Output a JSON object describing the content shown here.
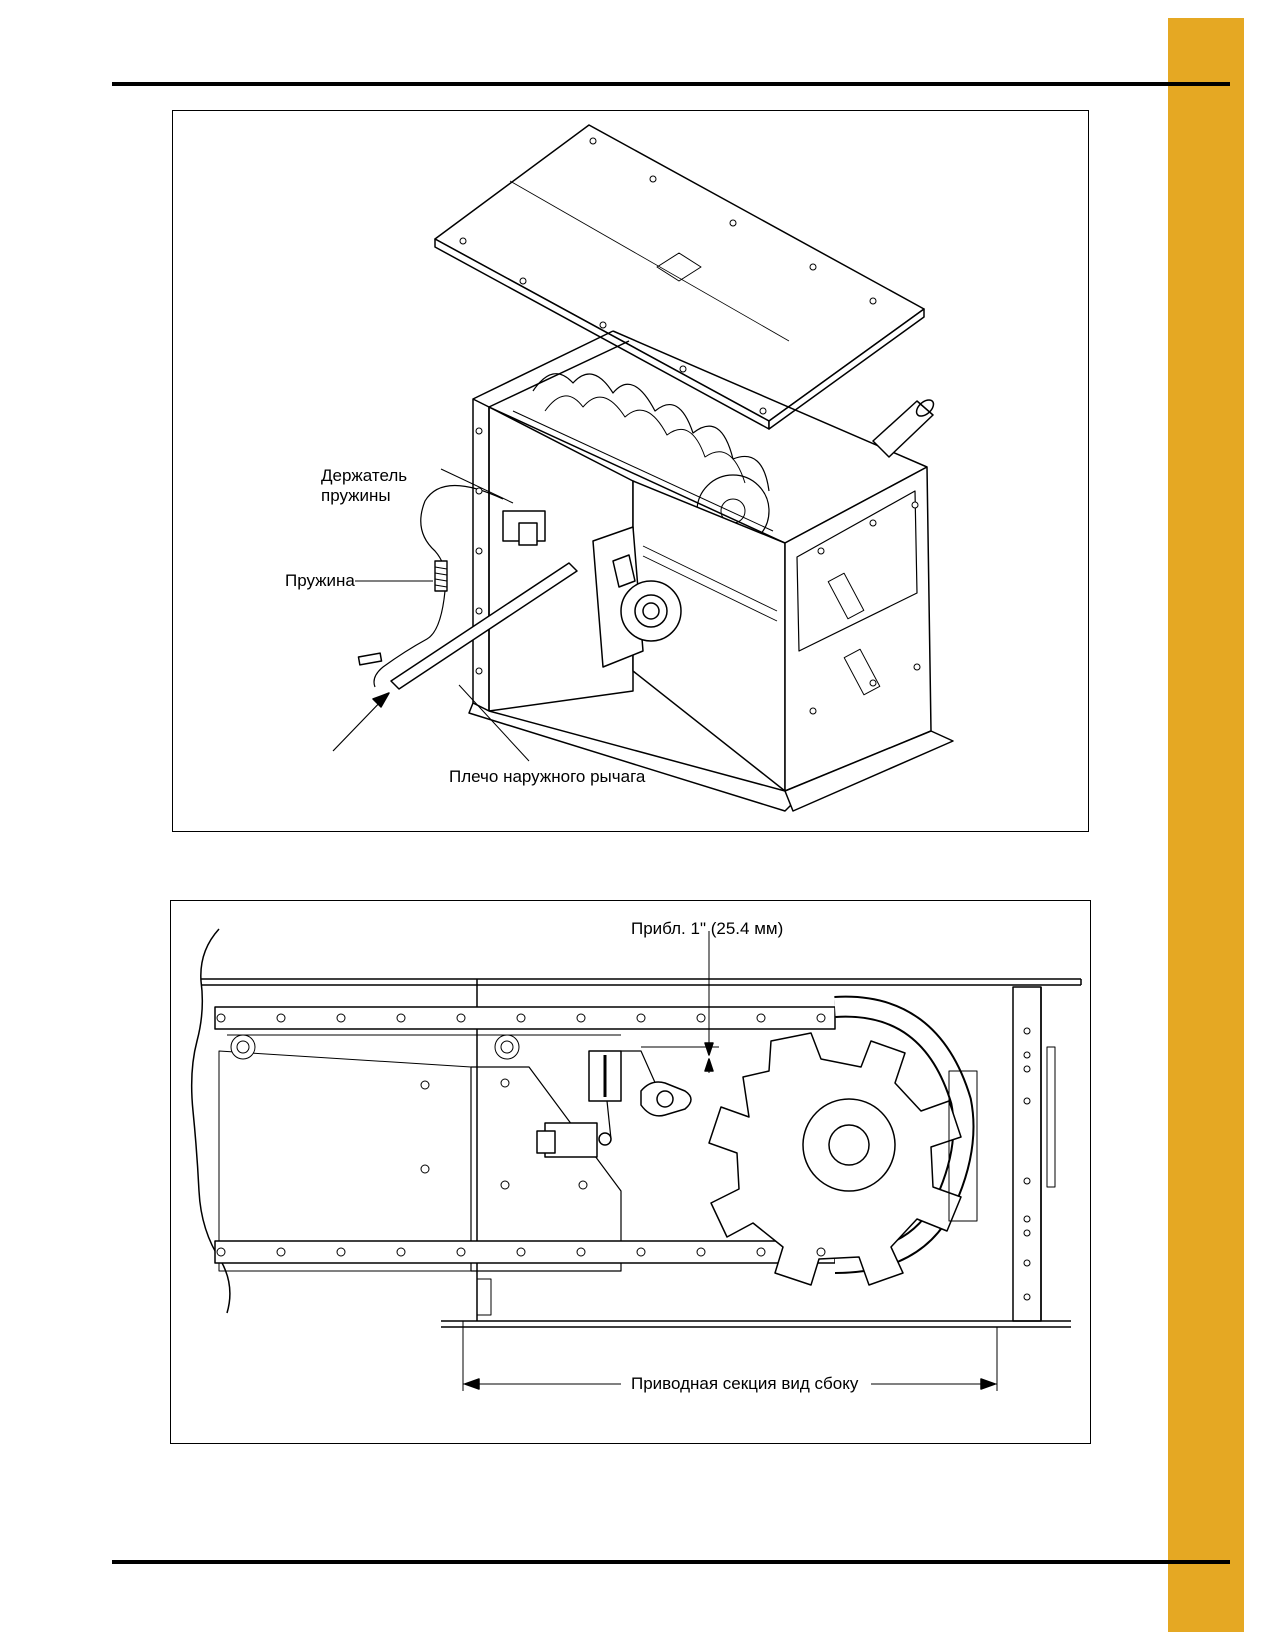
{
  "document": {
    "accent_color": "#e5a823",
    "figures": [
      {
        "callouts": {
          "spring_holder": "Держатель пружины",
          "spring": "Пружина",
          "outer_lever_arm": "Плечо наружного рычага"
        }
      },
      {
        "callouts": {
          "clearance": "Прибл. 1\" (25.4 мм)",
          "drive_section": "Приводная секция вид сбоку"
        }
      }
    ]
  }
}
